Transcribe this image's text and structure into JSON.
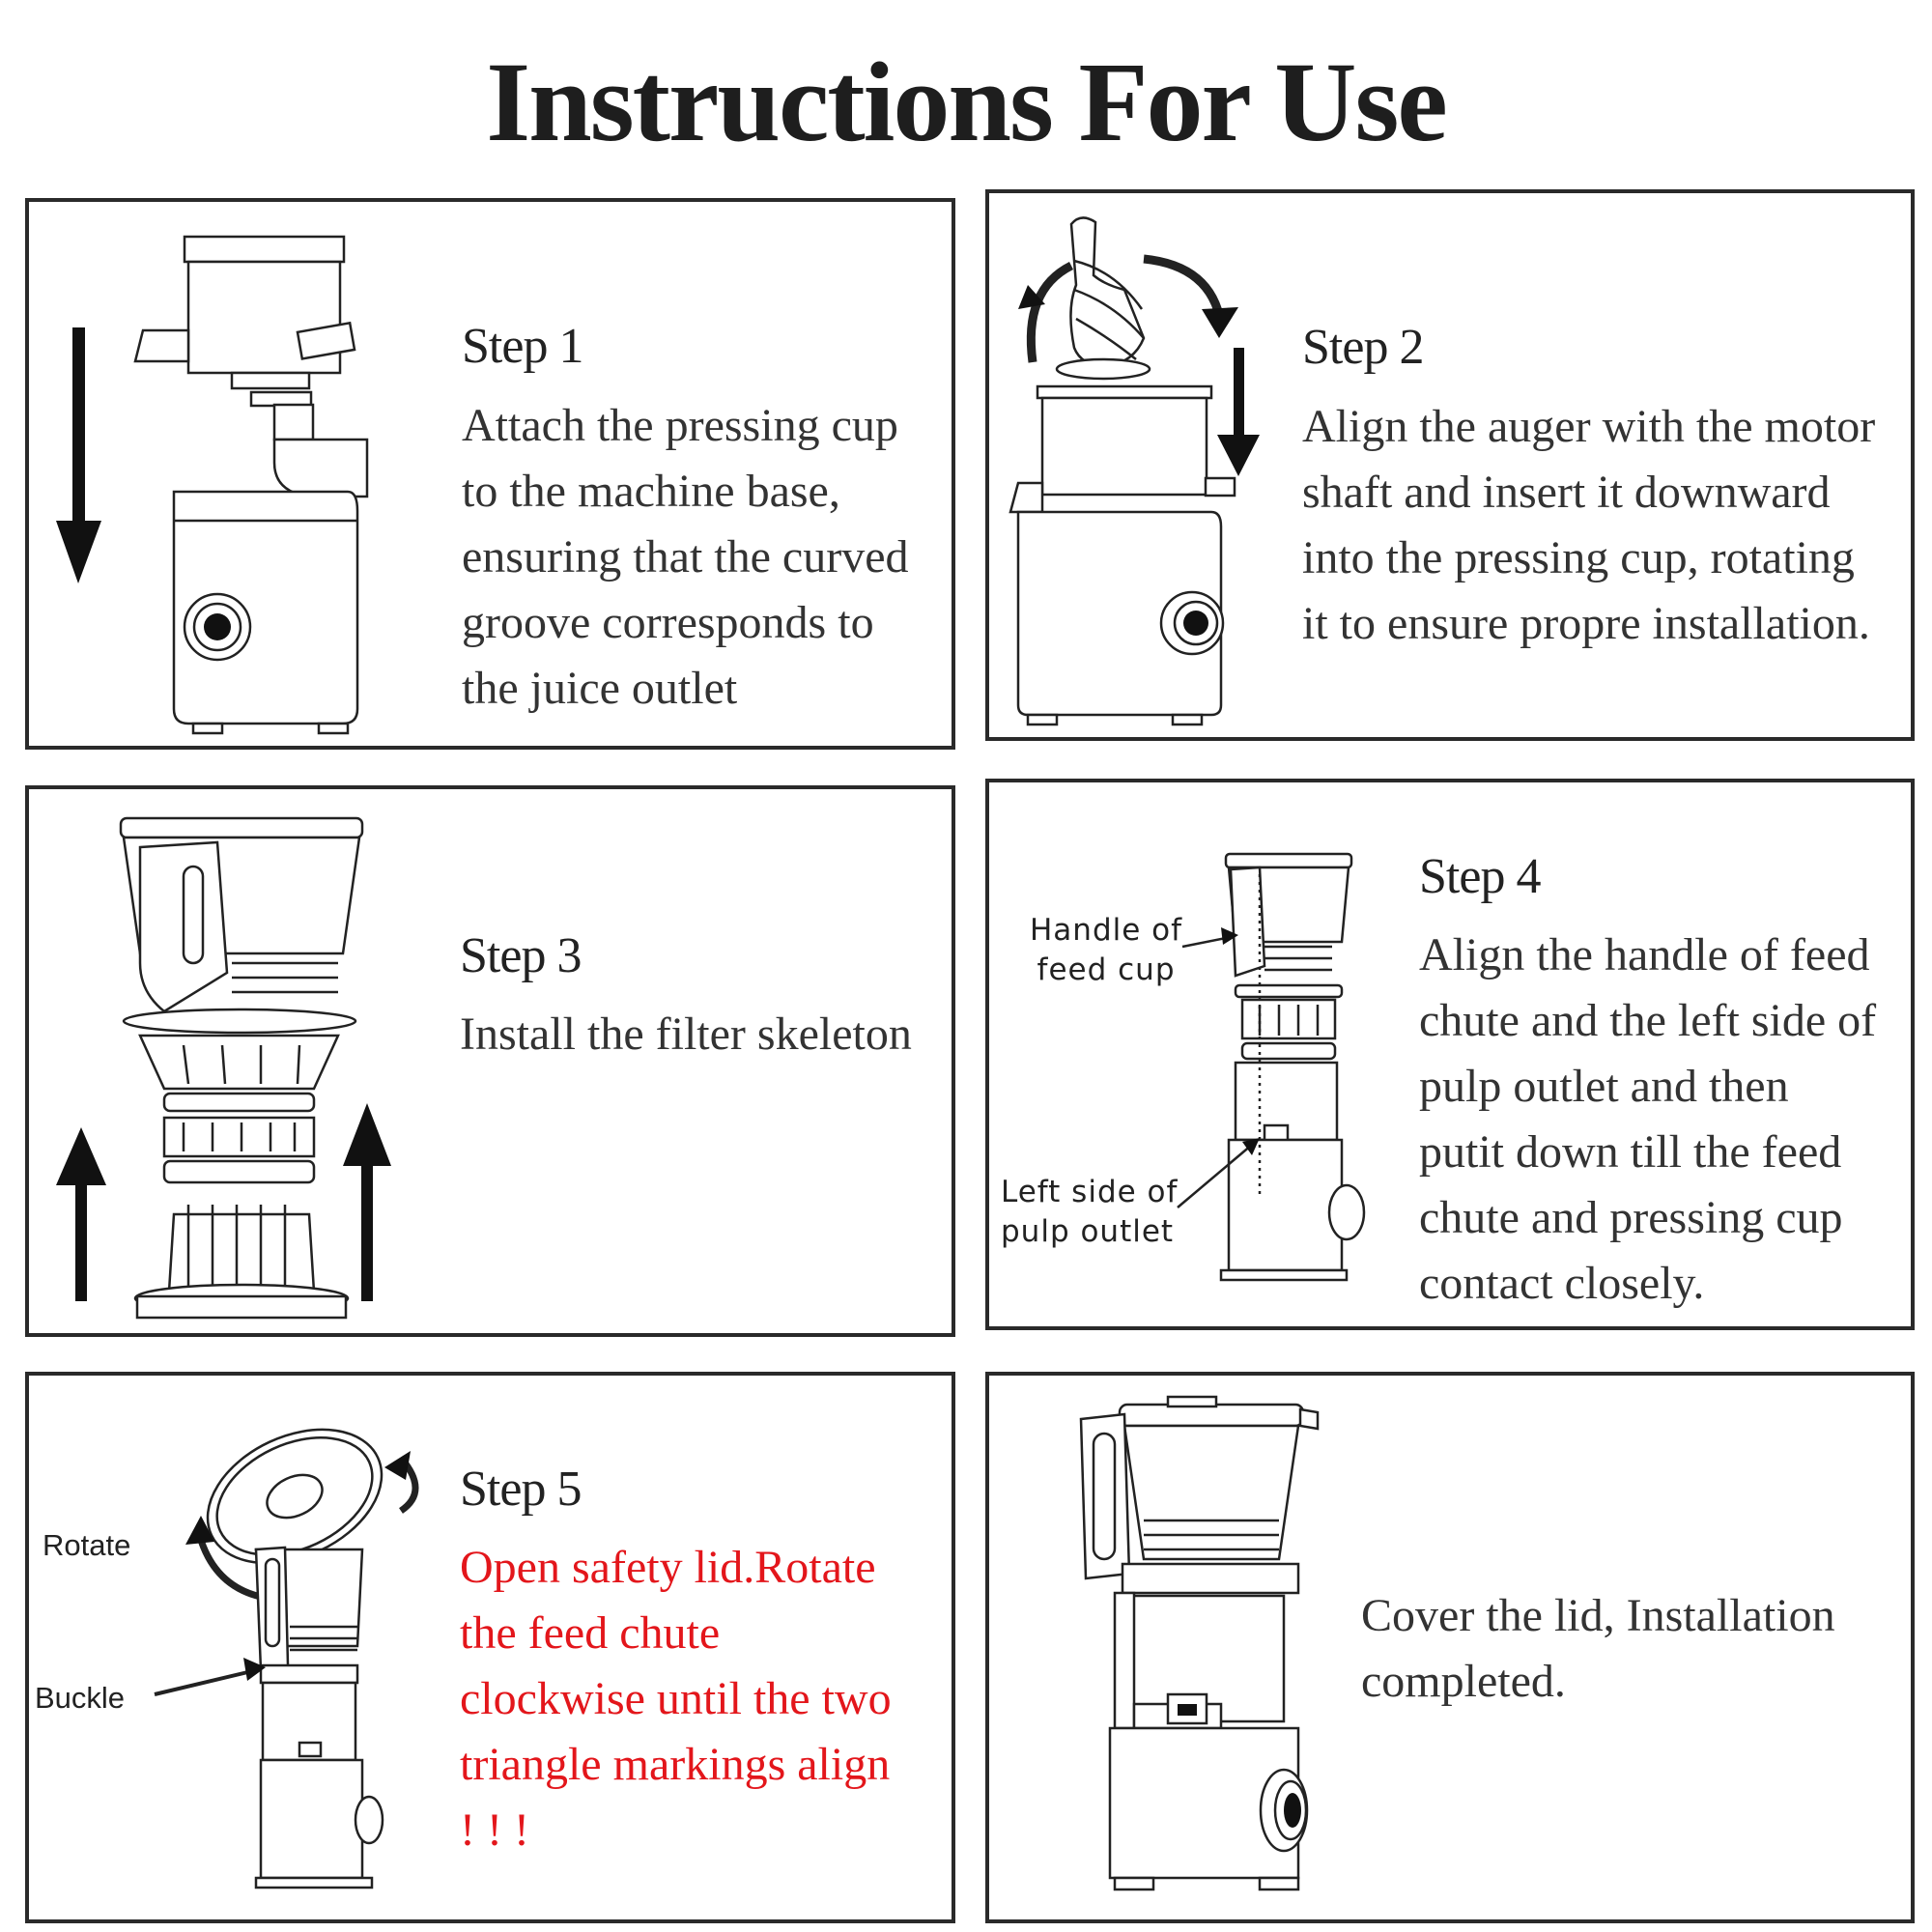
{
  "title": "Instructions For Use",
  "steps": [
    {
      "title": "Step 1",
      "lines": [
        "Attach the pressing cup",
        "to the machine base,",
        "ensuring that the curved",
        "groove corresponds to",
        "the juice outlet"
      ]
    },
    {
      "title": "Step 2",
      "lines": [
        "Align the auger with the motor",
        "shaft and insert it downward",
        "into the pressing cup, rotating",
        "it to ensure propre installation."
      ]
    },
    {
      "title": "Step 3",
      "lines": [
        "Install the filter skeleton"
      ]
    },
    {
      "title": "Step 4",
      "lines": [
        "Align the handle of feed",
        "chute and the left side of",
        "pulp outlet and then",
        "putit down till the feed",
        "chute and pressing cup",
        "contact closely."
      ],
      "callouts": {
        "handle": [
          "Handle of",
          "feed cup"
        ],
        "pulp": [
          "Left side of",
          "pulp outlet"
        ]
      }
    },
    {
      "title": "Step 5",
      "lines": [
        "Open safety lid.Rotate",
        "the feed chute",
        "clockwise until the two",
        "triangle markings  align",
        "! ! !"
      ],
      "callouts": {
        "rotate": "Rotate",
        "buckle": "Buckle"
      },
      "text_color": "#e3161b"
    },
    {
      "title": "",
      "lines": [
        "Cover the lid, Installation",
        "completed."
      ]
    }
  ],
  "colors": {
    "border": "#2a2a2a",
    "warning": "#e3161b"
  }
}
